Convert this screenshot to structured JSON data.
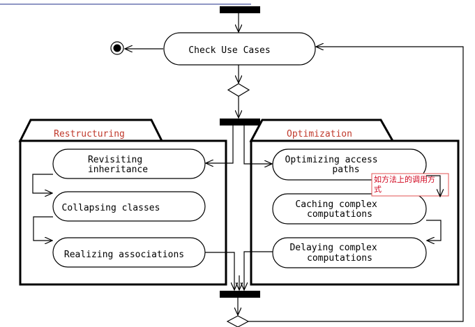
{
  "colors": {
    "package_label": "#c0392b",
    "note_text": "#d0021b",
    "note_border": "#e05050",
    "top_accent": "#2b3a8f"
  },
  "activities": {
    "check_use_cases": [
      "Check Use Cases"
    ],
    "revisiting_inheritance": [
      "Revisiting",
      "inheritance"
    ],
    "collapsing_classes": [
      "Collapsing classes"
    ],
    "realizing_associations": [
      "Realizing associations"
    ],
    "optimizing_access_paths": [
      "Optimizing access",
      "paths"
    ],
    "caching_complex_computations": [
      "Caching complex",
      "computations"
    ],
    "delaying_complex_computations": [
      "Delaying complex",
      "computations"
    ]
  },
  "packages": {
    "restructuring": "Restructuring",
    "optimization": "Optimization"
  },
  "note": [
    "如方法上的调用方",
    "式"
  ]
}
